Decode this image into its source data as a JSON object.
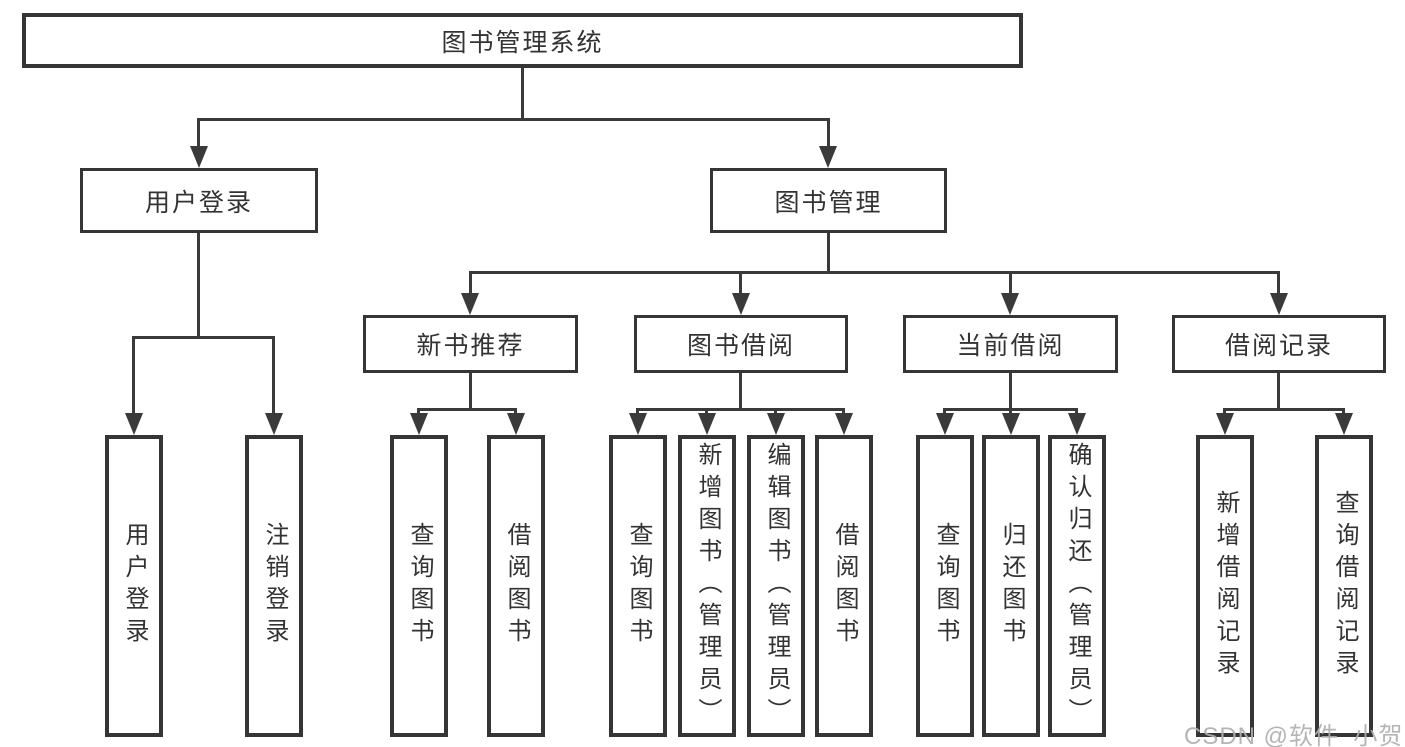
{
  "nodes": {
    "root": "图书管理系统",
    "level2": [
      "用户登录",
      "图书管理"
    ],
    "level3": [
      "新书推荐",
      "图书借阅",
      "当前借阅",
      "借阅记录"
    ],
    "leaves": [
      "用户登录",
      "注销登录",
      "查询图书",
      "借阅图书",
      "查询图书",
      "新增图书（管理员）",
      "编辑图书（管理员）",
      "借阅图书",
      "查询图书",
      "归还图书",
      "确认归还（管理员）",
      "新增借阅记录",
      "查询借阅记录"
    ]
  },
  "watermark": "CSDN @软件_小贺同学",
  "colors": {
    "line": "#3a3a3a",
    "border": "#353535",
    "text": "#333333",
    "background": "#ffffff",
    "watermark": "#afafaf"
  }
}
